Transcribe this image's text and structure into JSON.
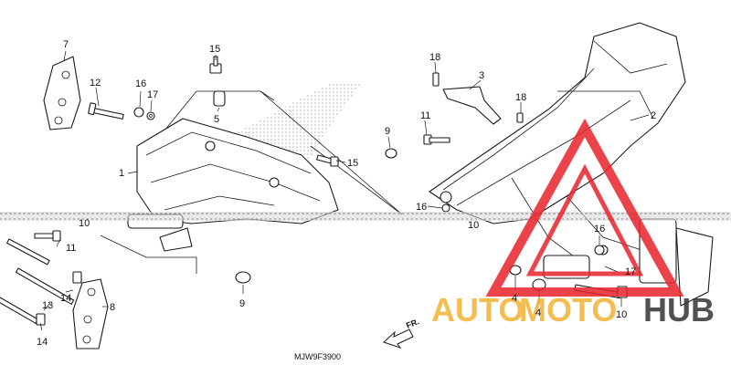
{
  "diagram_code": "MJW9F3900",
  "front_arrow_label": "FR.",
  "watermark": {
    "text_auto": "AUTO",
    "text_moto": "MOTO",
    "text_hub": "HUB",
    "accent": "#e8232a",
    "gold": "#f2b233",
    "dark": "#333333"
  },
  "callouts": {
    "c7": "7",
    "c15a": "15",
    "c16a": "16",
    "c17a": "17",
    "c12": "12",
    "c5": "5",
    "c1": "1",
    "c15b": "15",
    "c18a": "18",
    "c3": "3",
    "c18b": "18",
    "c11a": "11",
    "c9a": "9",
    "c2": "2",
    "c16b": "16",
    "c10a": "10",
    "c10b": "10",
    "c11b": "11",
    "c14a": "14",
    "c13": "13",
    "c8": "8",
    "c14b": "14",
    "c9b": "9",
    "c16c": "16",
    "c17b": "17",
    "c4a": "4",
    "c4b": "4",
    "c10c": "10"
  }
}
